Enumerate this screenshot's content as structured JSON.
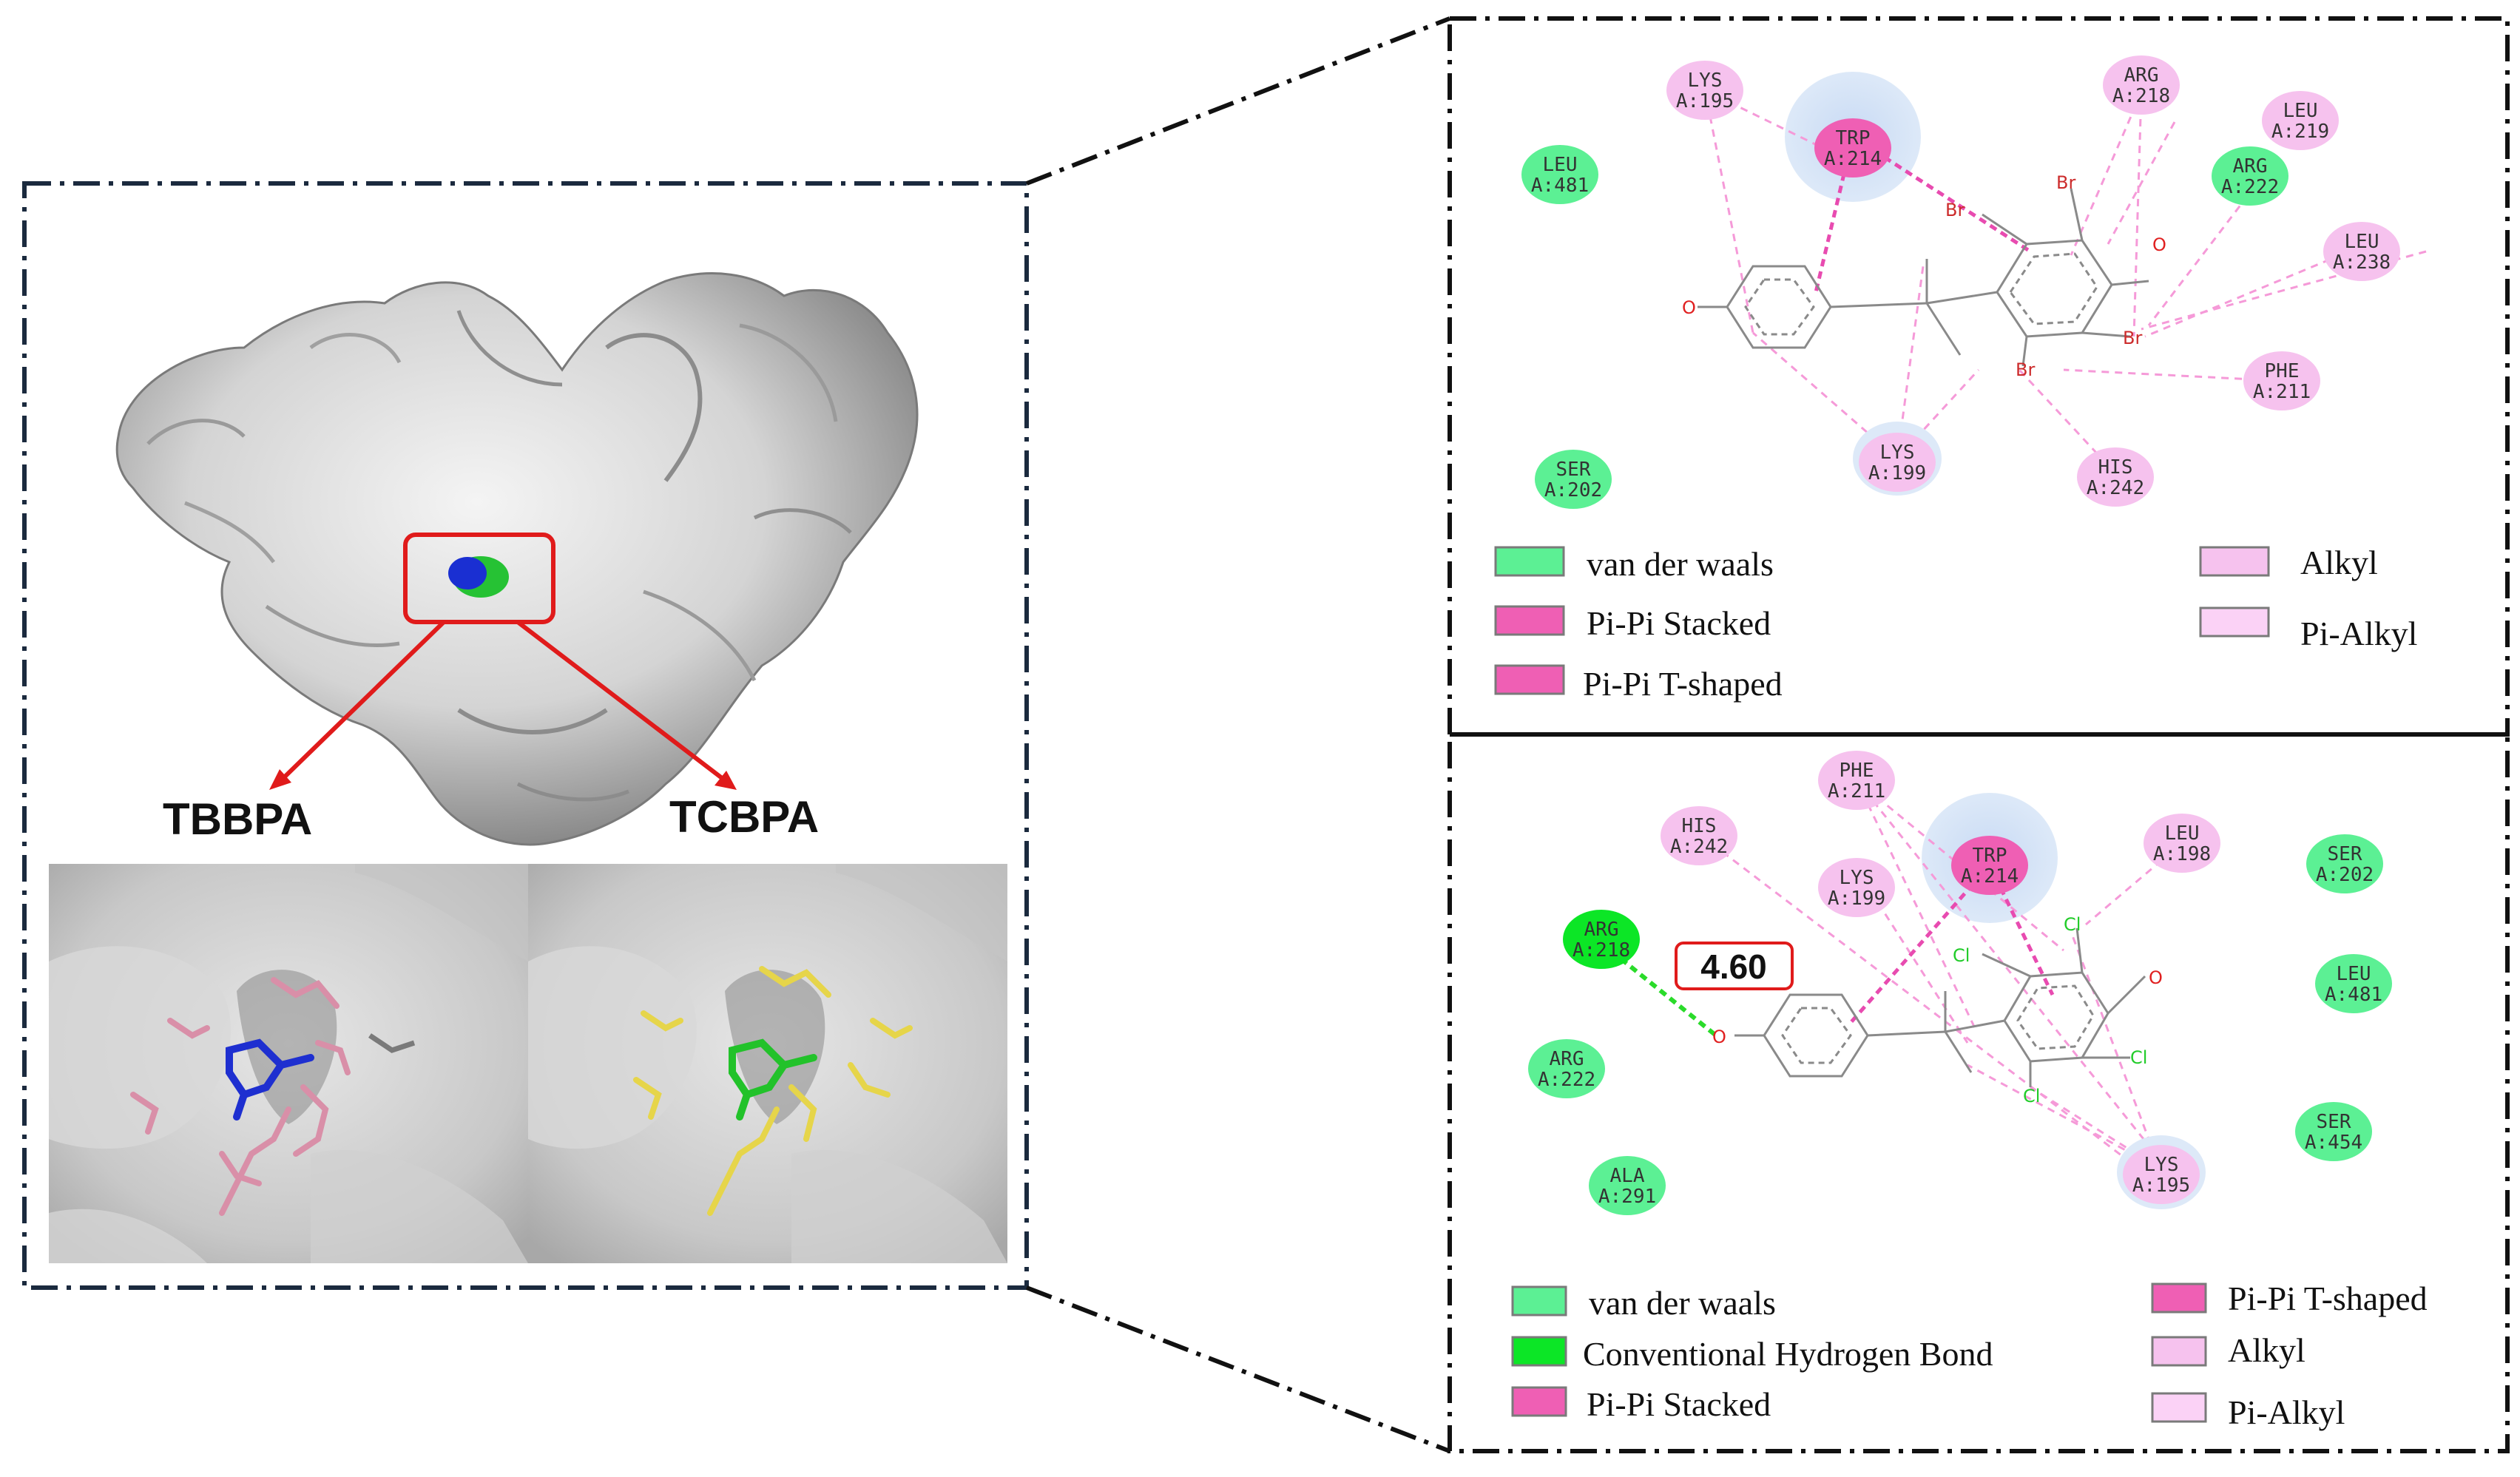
{
  "colors": {
    "vdw": "#5cf094",
    "hbond": "#0ce626",
    "pipi": "#ef5fb4",
    "alkyl": "#f6c2ee",
    "pialkyl": "#fbd2f6",
    "frame": "#1b2a3e",
    "highlight": "#e01b1b"
  },
  "left_panel": {
    "label_tbbpa": "TBBPA",
    "label_tcbpa": "TCBPA"
  },
  "top_panel": {
    "residues": [
      {
        "name": "LYS",
        "id": "A:195",
        "type": "alkyl"
      },
      {
        "name": "TRP",
        "id": "A:214",
        "type": "pipi"
      },
      {
        "name": "ARG",
        "id": "A:218",
        "type": "alkyl"
      },
      {
        "name": "LEU",
        "id": "A:219",
        "type": "alkyl"
      },
      {
        "name": "ARG",
        "id": "A:222",
        "type": "vdw"
      },
      {
        "name": "LEU",
        "id": "A:238",
        "type": "alkyl"
      },
      {
        "name": "LEU",
        "id": "A:481",
        "type": "vdw"
      },
      {
        "name": "PHE",
        "id": "A:211",
        "type": "alkyl"
      },
      {
        "name": "LYS",
        "id": "A:199",
        "type": "alkyl"
      },
      {
        "name": "HIS",
        "id": "A:242",
        "type": "alkyl"
      },
      {
        "name": "SER",
        "id": "A:202",
        "type": "vdw"
      }
    ],
    "atoms": [
      "Br",
      "Br",
      "Br",
      "Br",
      "O",
      "O"
    ],
    "legend": [
      {
        "label": "van der waals",
        "type": "vdw"
      },
      {
        "label": "Pi-Pi Stacked",
        "type": "pipi"
      },
      {
        "label": "Pi-Pi T-shaped",
        "type": "pipi"
      },
      {
        "label": "Alkyl",
        "type": "alkyl"
      },
      {
        "label": "Pi-Alkyl",
        "type": "pialkyl"
      }
    ]
  },
  "bottom_panel": {
    "residues": [
      {
        "name": "PHE",
        "id": "A:211",
        "type": "alkyl"
      },
      {
        "name": "HIS",
        "id": "A:242",
        "type": "alkyl"
      },
      {
        "name": "TRP",
        "id": "A:214",
        "type": "pipi"
      },
      {
        "name": "LEU",
        "id": "A:198",
        "type": "alkyl"
      },
      {
        "name": "SER",
        "id": "A:202",
        "type": "vdw"
      },
      {
        "name": "LYS",
        "id": "A:199",
        "type": "alkyl"
      },
      {
        "name": "ARG",
        "id": "A:218",
        "type": "hbond"
      },
      {
        "name": "LEU",
        "id": "A:481",
        "type": "vdw"
      },
      {
        "name": "ARG",
        "id": "A:222",
        "type": "vdw"
      },
      {
        "name": "SER",
        "id": "A:454",
        "type": "vdw"
      },
      {
        "name": "ALA",
        "id": "A:291",
        "type": "vdw"
      },
      {
        "name": "LYS",
        "id": "A:195",
        "type": "alkyl"
      }
    ],
    "distance_label": "4.60",
    "atoms": [
      "Cl",
      "Cl",
      "Cl",
      "Cl",
      "O",
      "O"
    ],
    "legend": [
      {
        "label": "van der waals",
        "type": "vdw"
      },
      {
        "label": "Conventional Hydrogen Bond",
        "type": "hbond"
      },
      {
        "label": "Pi-Pi Stacked",
        "type": "pipi"
      },
      {
        "label": "Pi-Pi T-shaped",
        "type": "pipi"
      },
      {
        "label": "Alkyl",
        "type": "alkyl"
      },
      {
        "label": "Pi-Alkyl",
        "type": "pialkyl"
      }
    ]
  }
}
